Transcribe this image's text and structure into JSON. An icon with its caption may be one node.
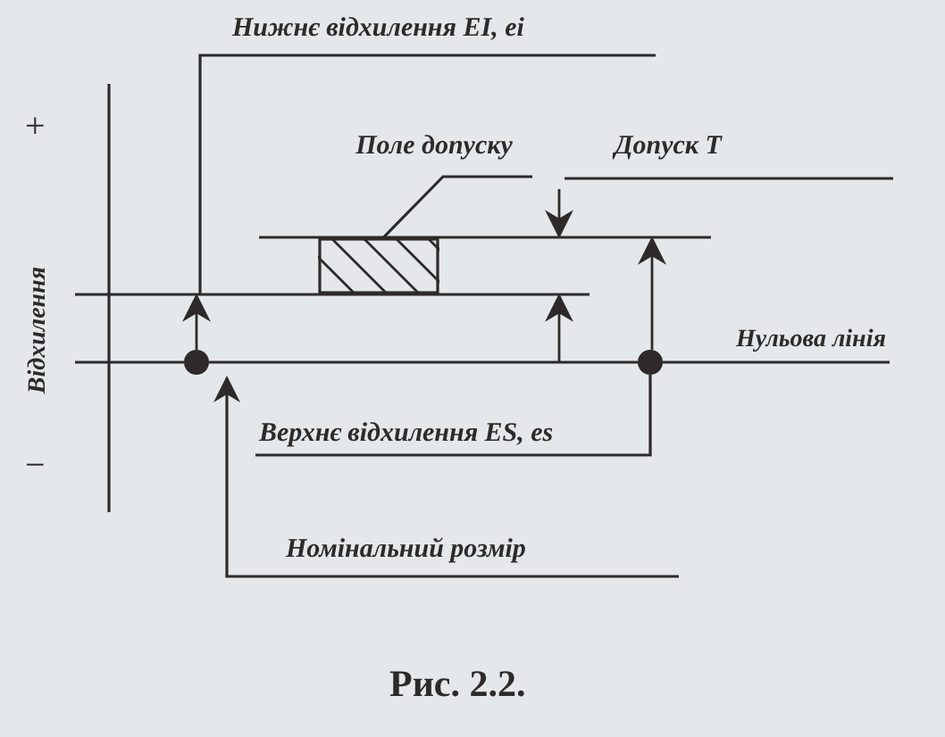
{
  "diagram": {
    "caption": "Рис. 2.2.",
    "nodes": [
      {
        "text": [
          "Нижнє відхилення EI, ei"
        ]
      },
      {
        "text": [
          "Поле допуску"
        ]
      },
      {
        "text": [],
        "shape": "box"
      },
      {
        "text": [
          "Допуск T"
        ]
      },
      {
        "text": [
          "Верхнє відхилення ES, es"
        ]
      },
      {
        "text": [
          "Номінальний розмір"
        ]
      },
      {
        "text": [],
        "shape": "circle"
      },
      {
        "text": [],
        "shape": "circle"
      }
    ],
    "edges": [
      {
        "from": 0,
        "to": null,
        "arrow": "none"
      },
      {
        "from": 1,
        "to": 2,
        "arrow": "none"
      },
      {
        "from": 3,
        "to": null,
        "arrow": "none"
      },
      {
        "from": 4,
        "to": 7,
        "arrow": "none"
      },
      {
        "from": 5,
        "to": 6,
        "arrow": "to"
      },
      {
        "from": 6,
        "to": 7,
        "arrow": "none"
      }
    ],
    "labels": [
      "+",
      "Відхилення",
      "−",
      "Нульова лінія"
    ]
  }
}
